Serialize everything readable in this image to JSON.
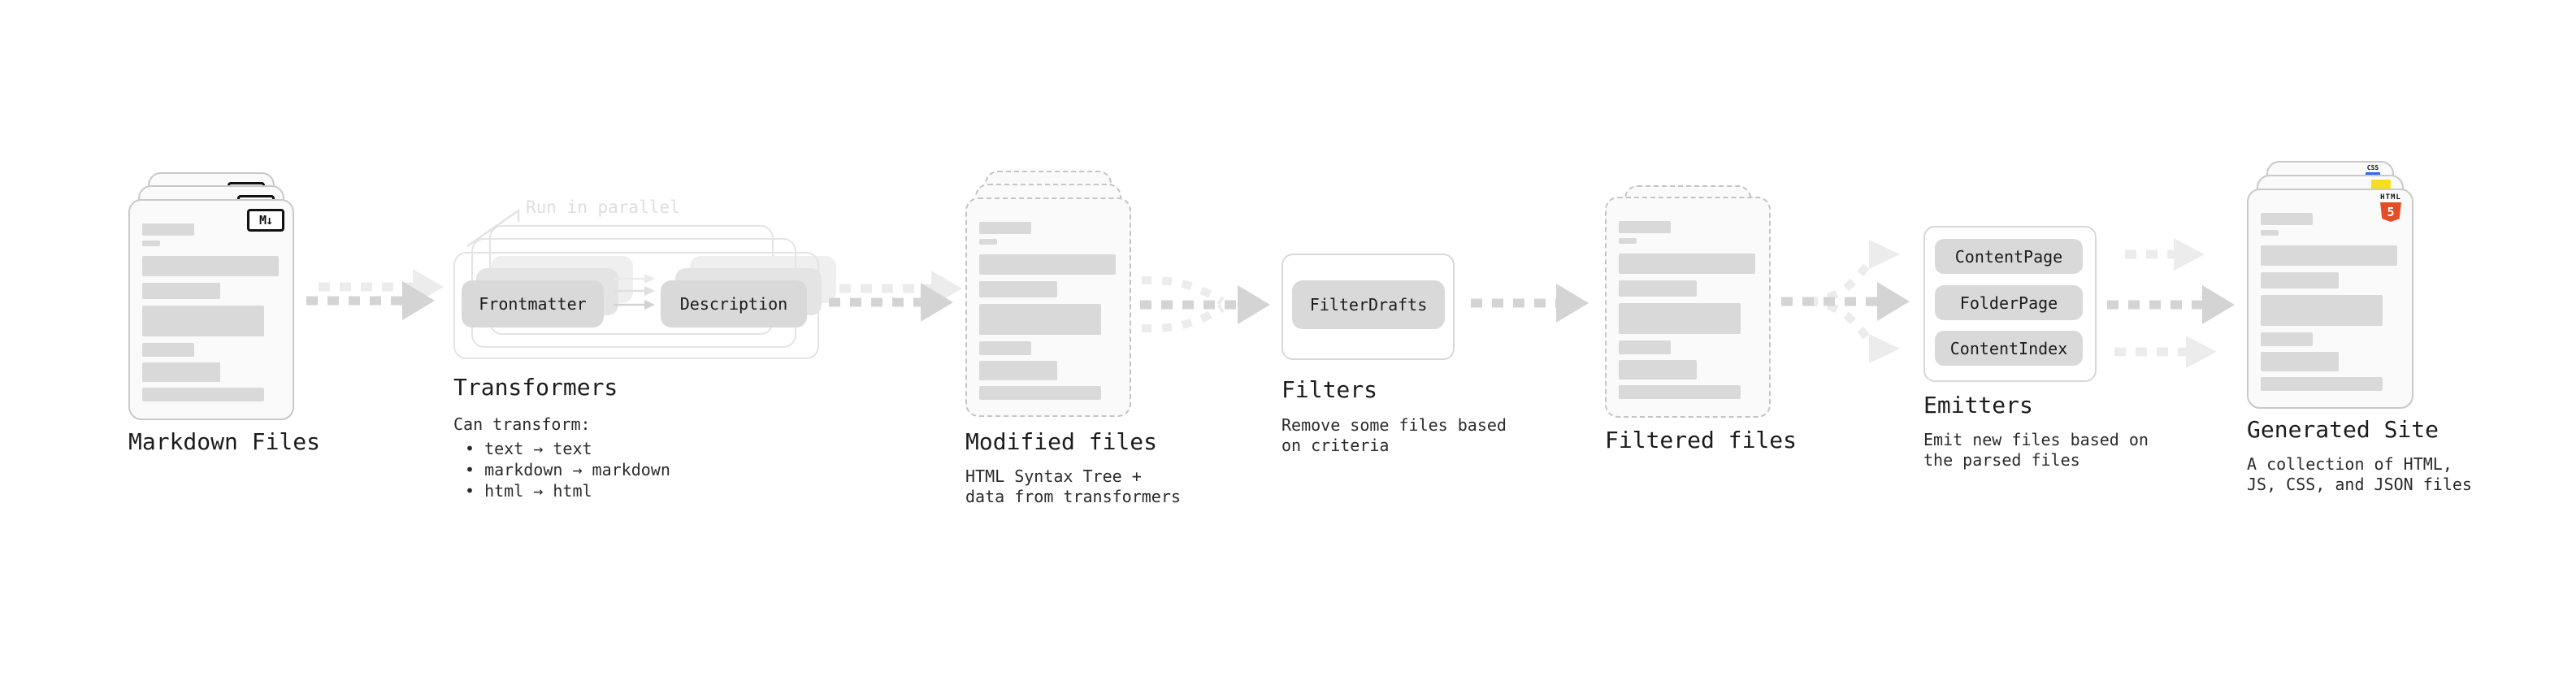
{
  "palette": {
    "heading_text": "#1c1c1c",
    "body_text": "#2b2b2b",
    "pill_bg": "#d9d9d9",
    "arrow_dark": "#d4d4d4",
    "arrow_light": "#ececec",
    "html5_orange": "#e44d26",
    "js_yellow": "#f7df1e",
    "css_blue": "#2b6bf3"
  },
  "stages": {
    "markdown_files": {
      "label": "Markdown Files",
      "badge": "M↓"
    },
    "transformers": {
      "label": "Transformers",
      "annotation": "Run in parallel",
      "pill_left": "Frontmatter",
      "pill_right": "Description",
      "desc_title": "Can transform:",
      "bullets": [
        "• text → text",
        "• markdown → markdown",
        "• html → html"
      ]
    },
    "modified_files": {
      "label": "Modified files",
      "desc_line1": "HTML Syntax Tree +",
      "desc_line2": "data from transformers"
    },
    "filters": {
      "label": "Filters",
      "pill": "FilterDrafts",
      "desc_line1": "Remove some files based",
      "desc_line2": "on criteria"
    },
    "filtered_files": {
      "label": "Filtered files"
    },
    "emitters": {
      "label": "Emitters",
      "pills": [
        "ContentPage",
        "FolderPage",
        "ContentIndex"
      ],
      "desc_line1": "Emit new files based on",
      "desc_line2": "the parsed files"
    },
    "generated_site": {
      "label": "Generated Site",
      "desc_line1": "A collection of HTML,",
      "desc_line2": "JS, CSS, and JSON files",
      "badge_css": "CSS",
      "badge_html_text": "HTML",
      "badge_html_number": "5"
    }
  }
}
